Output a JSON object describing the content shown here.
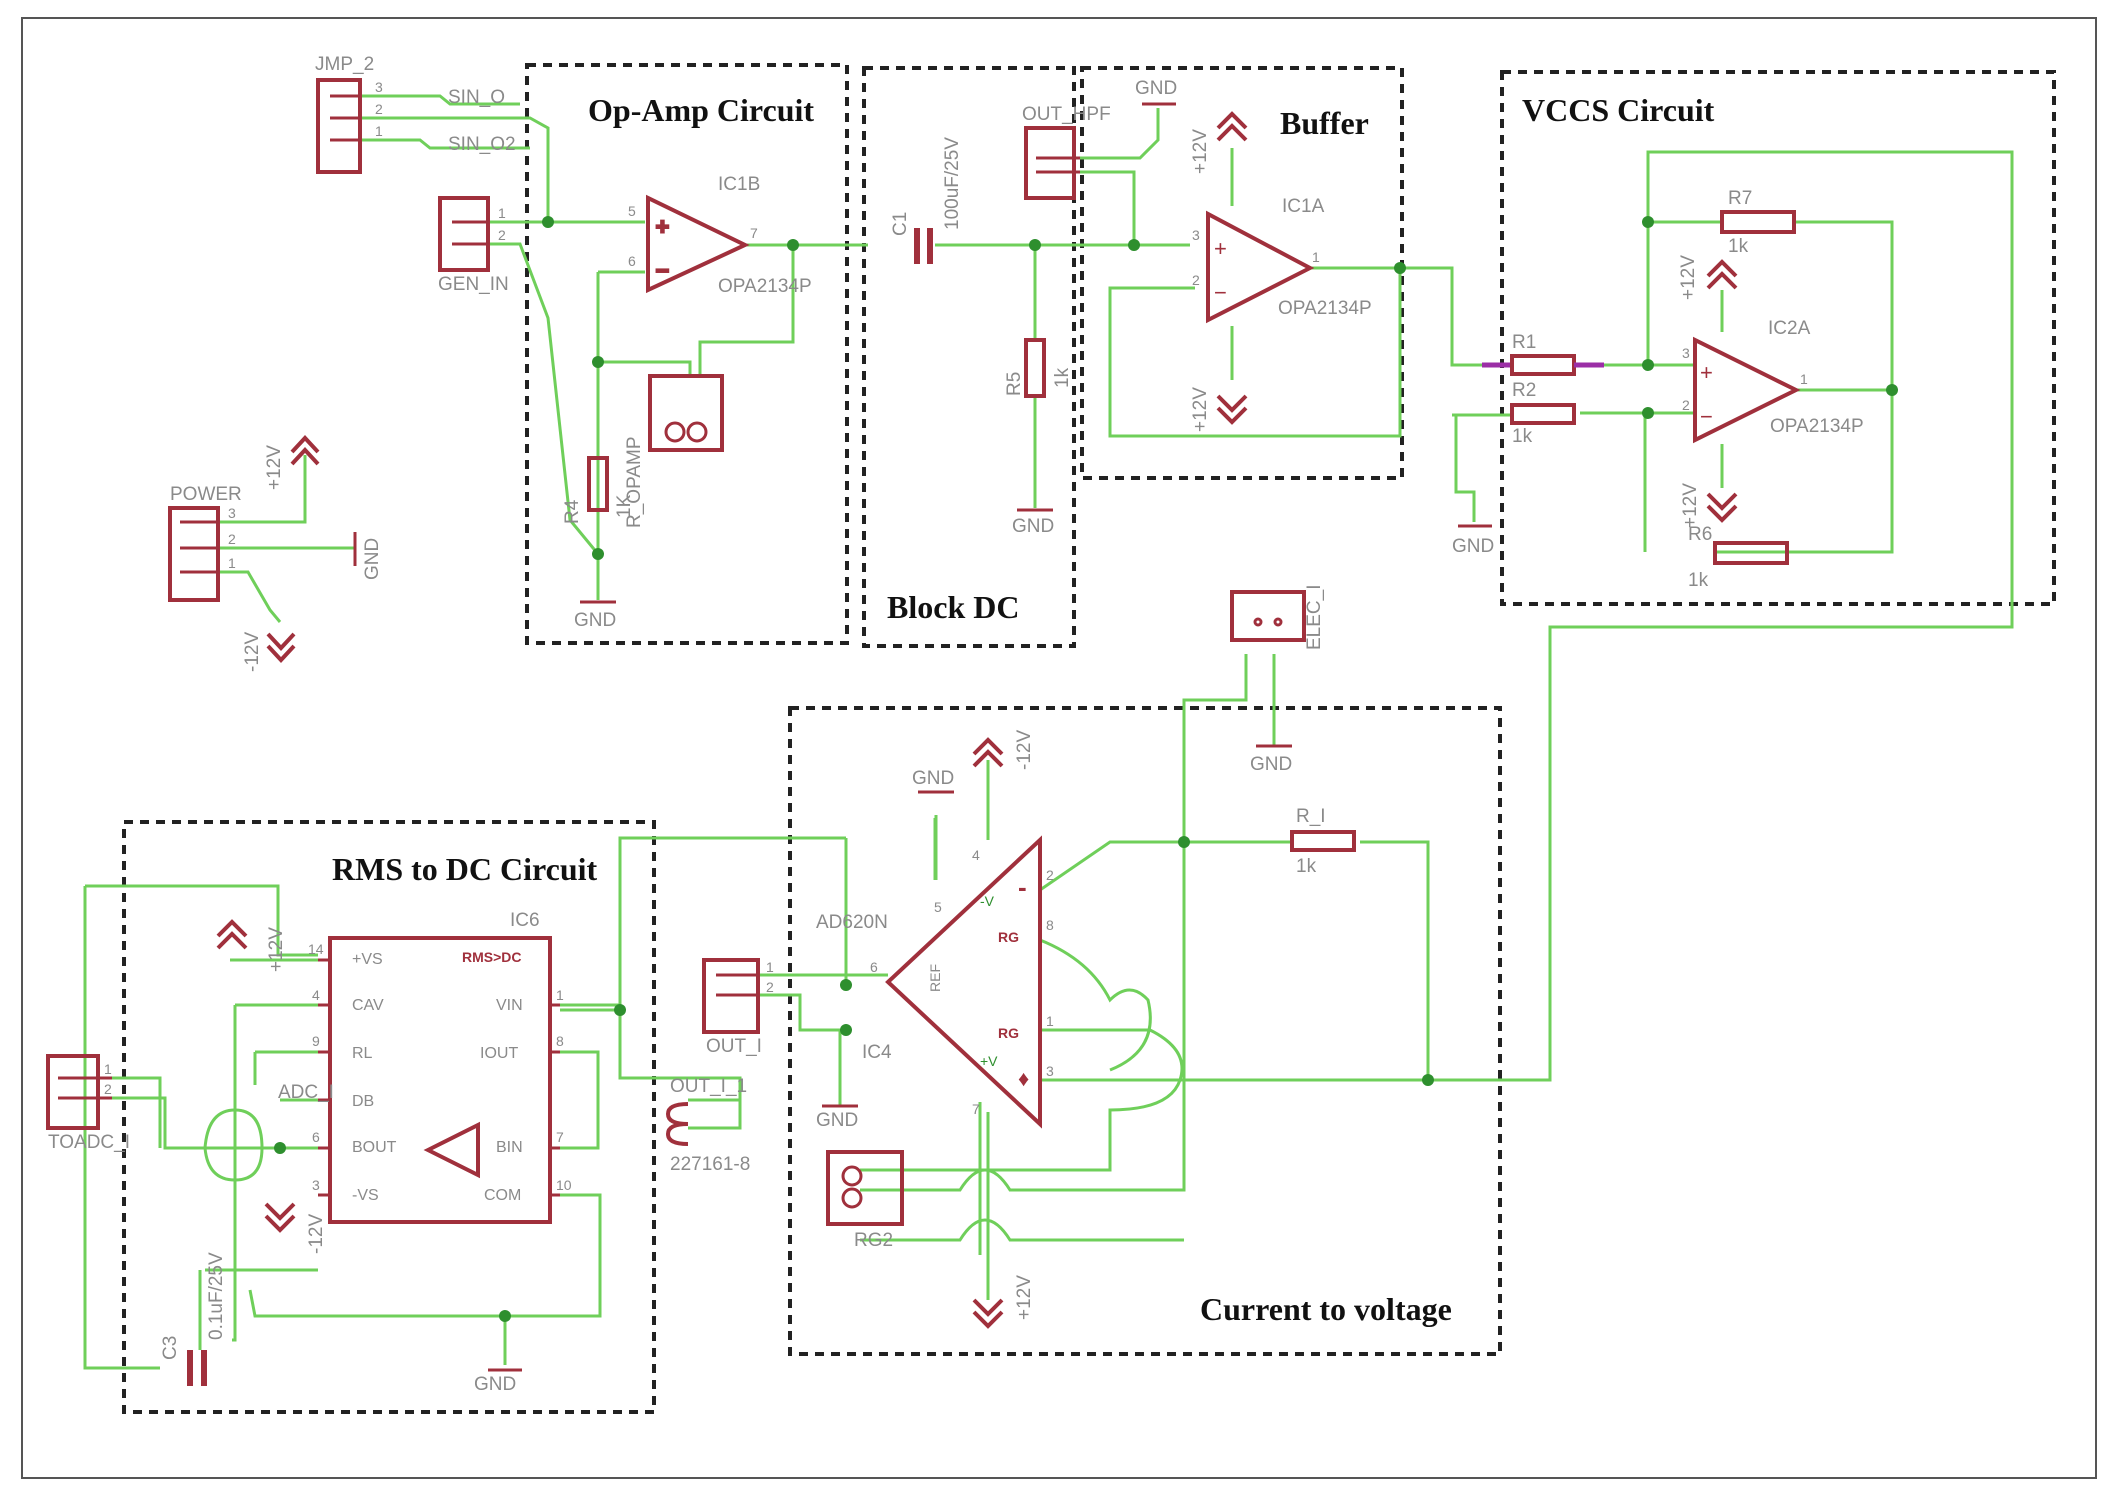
{
  "blocks": {
    "opamp": "Op-Amp Circuit",
    "blockdc": "Block DC",
    "buffer": "Buffer",
    "vccs": "VCCS Circuit",
    "rms": "RMS to DC Circuit",
    "itov": "Current to voltage"
  },
  "labels": {
    "jmp2": "JMP_2",
    "sin_o": "SIN_O",
    "sin_o2": "SIN_O2",
    "gen_in": "GEN_IN",
    "ic1b": "IC1B",
    "opa_b": "OPA2134P",
    "r4": "R4",
    "r4_val": "1K",
    "r_opamp": "R_OPAMP",
    "gnd": "GND",
    "power": "POWER",
    "p12": "+12V",
    "m12": "-12V",
    "c1": "C1",
    "c1_val": "100uF/25V",
    "r5": "R5",
    "r5_val": "1k",
    "out_hpf": "OUT_HPF",
    "ic1a": "IC1A",
    "opa_a": "OPA2134P",
    "r1": "R1",
    "r2": "R2",
    "k1": "1k",
    "r7": "R7",
    "r6": "R6",
    "ic2a": "IC2A",
    "opa_2a": "OPA2134P",
    "elec_i": "ELEC_I",
    "r_i": "R_I",
    "ad620": "AD620N",
    "ic4": "IC4",
    "ref": "REF",
    "rg": "RG",
    "out_i": "OUT_I",
    "out_i_1": "OUT_I_1",
    "part": "227161-8",
    "rg2": "RG2",
    "ic6": "IC6",
    "rms_dc": "RMS>DC",
    "toadc": "TOADC_I",
    "adc_i": "ADC_I",
    "c3": "C3",
    "c3_val": "0.1uF/25V",
    "ic6_pins": [
      "+VS",
      "CAV",
      "RL",
      "DB",
      "BOUT",
      "-VS",
      "VIN",
      "IOUT",
      "BIN",
      "COM"
    ]
  },
  "colors": {
    "wire": "#6fcf5a",
    "component": "#a0303c",
    "junction": "#2e8f2e",
    "frame": "#222222"
  }
}
